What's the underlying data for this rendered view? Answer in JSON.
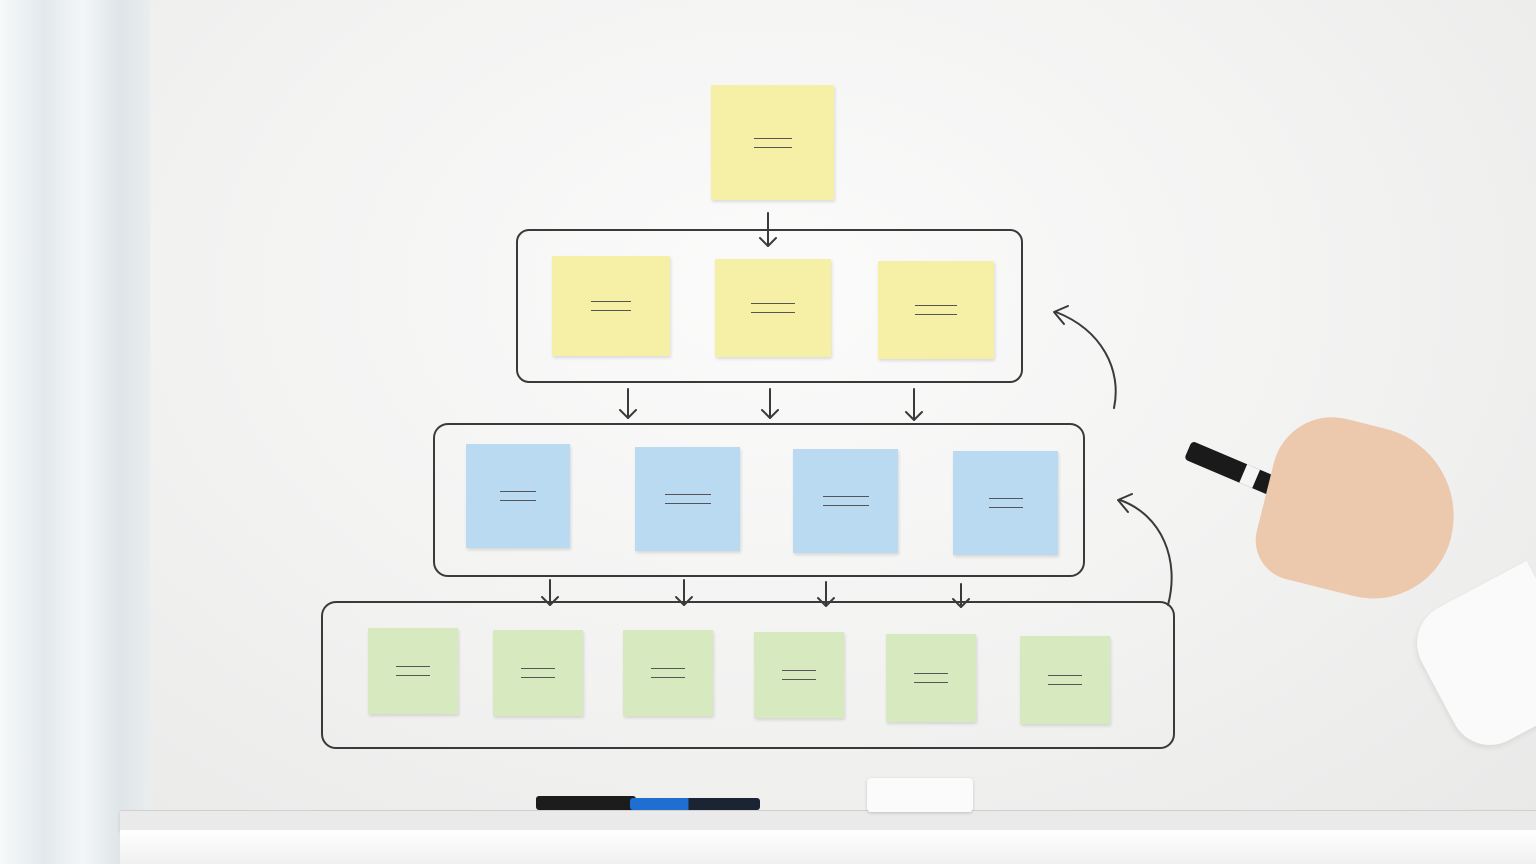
{
  "scene": {
    "description_tag": "whiteboard-pyramid-diagram",
    "colors": {
      "board": "#f3f3f2",
      "ink": "#3a3a3a",
      "yellow_note": "#f6efa6",
      "blue_note": "#b9daf0",
      "green_note": "#d7e9bf"
    },
    "tiers": [
      {
        "color": "yellow",
        "note_count": 1,
        "framed": false
      },
      {
        "color": "yellow",
        "note_count": 3,
        "framed": true
      },
      {
        "color": "blue",
        "note_count": 4,
        "framed": true
      },
      {
        "color": "green",
        "note_count": 6,
        "framed": true
      }
    ],
    "icons": [
      "arrow-down-icon",
      "curved-arrow-icon",
      "marker-icon",
      "eraser-icon"
    ]
  }
}
